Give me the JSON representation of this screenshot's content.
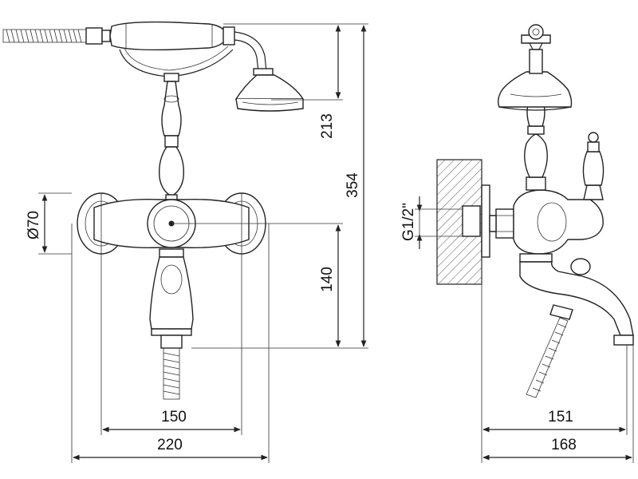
{
  "drawing": {
    "dimensions": {
      "hand_shower_height": "213",
      "total_height": "354",
      "lower_height": "140",
      "escutcheon_diameter": "Ø70",
      "inlet_thread": "G1/2\"",
      "center_distance": "150",
      "overall_width": "220",
      "spout_projection": "151",
      "overall_depth": "168"
    }
  }
}
